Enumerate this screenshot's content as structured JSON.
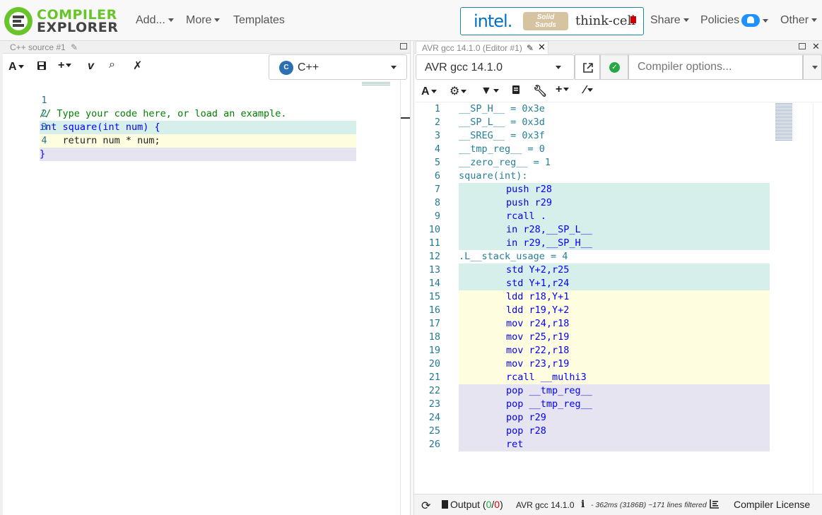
{
  "brand": {
    "line1": "COMPILER",
    "line2": "EXPLORER"
  },
  "nav": {
    "add": "Add...",
    "more": "More",
    "templates": "Templates",
    "share": "Share",
    "policies": "Policies",
    "other": "Other"
  },
  "sponsors": {
    "intel": "intel.",
    "solid_sands_1": "Solid",
    "solid_sands_2": "Sands",
    "thinkcell": "think-cell"
  },
  "source_pane": {
    "tab_title": "C++ source #1",
    "language": "C++",
    "lines": [
      {
        "n": "1",
        "text": "// Type your code here, or load an example."
      },
      {
        "n": "2",
        "text": "int square(int num) {"
      },
      {
        "n": "3",
        "text": "    return num * num;"
      },
      {
        "n": "4",
        "text": "}"
      }
    ]
  },
  "compiler_pane": {
    "tab_title": "AVR gcc 14.1.0 (Editor #1)",
    "compiler": "AVR gcc 14.1.0",
    "options_placeholder": "Compiler options...",
    "asm_lines": [
      {
        "n": "1",
        "text": "__SP_H__ = 0x3e"
      },
      {
        "n": "2",
        "text": "__SP_L__ = 0x3d"
      },
      {
        "n": "3",
        "text": "__SREG__ = 0x3f"
      },
      {
        "n": "4",
        "text": "__tmp_reg__ = 0"
      },
      {
        "n": "5",
        "text": "__zero_reg__ = 1"
      },
      {
        "n": "6",
        "text": "square(int):"
      },
      {
        "n": "7",
        "text": "push r28"
      },
      {
        "n": "8",
        "text": "push r29"
      },
      {
        "n": "9",
        "text": "rcall ."
      },
      {
        "n": "10",
        "text": "in r28,__SP_L__"
      },
      {
        "n": "11",
        "text": "in r29,__SP_H__"
      },
      {
        "n": "12",
        "text": ".L__stack_usage = 4"
      },
      {
        "n": "13",
        "text": "std Y+2,r25"
      },
      {
        "n": "14",
        "text": "std Y+1,r24"
      },
      {
        "n": "15",
        "text": "ldd r18,Y+1"
      },
      {
        "n": "16",
        "text": "ldd r19,Y+2"
      },
      {
        "n": "17",
        "text": "mov r24,r18"
      },
      {
        "n": "18",
        "text": "mov r25,r19"
      },
      {
        "n": "19",
        "text": "mov r22,r18"
      },
      {
        "n": "20",
        "text": "mov r23,r19"
      },
      {
        "n": "21",
        "text": "rcall __mulhi3"
      },
      {
        "n": "22",
        "text": "pop __tmp_reg__"
      },
      {
        "n": "23",
        "text": "pop __tmp_reg__"
      },
      {
        "n": "24",
        "text": "pop r29"
      },
      {
        "n": "25",
        "text": "pop r28"
      },
      {
        "n": "26",
        "text": "ret"
      }
    ],
    "status": {
      "output_label": "Output",
      "output_open": "(",
      "output_ok": "0",
      "output_sep": "/",
      "output_err": "0",
      "output_close": ")",
      "compiler_name": "AVR gcc 14.1.0",
      "timing": "- 362ms (3186B) ~171 lines filtered",
      "license": "Compiler License"
    }
  },
  "colors": {
    "accent": "#67c52a",
    "highlight_teal": "#d7efea",
    "highlight_yellow": "#fffde0",
    "highlight_lavender": "#e6e4f0"
  }
}
